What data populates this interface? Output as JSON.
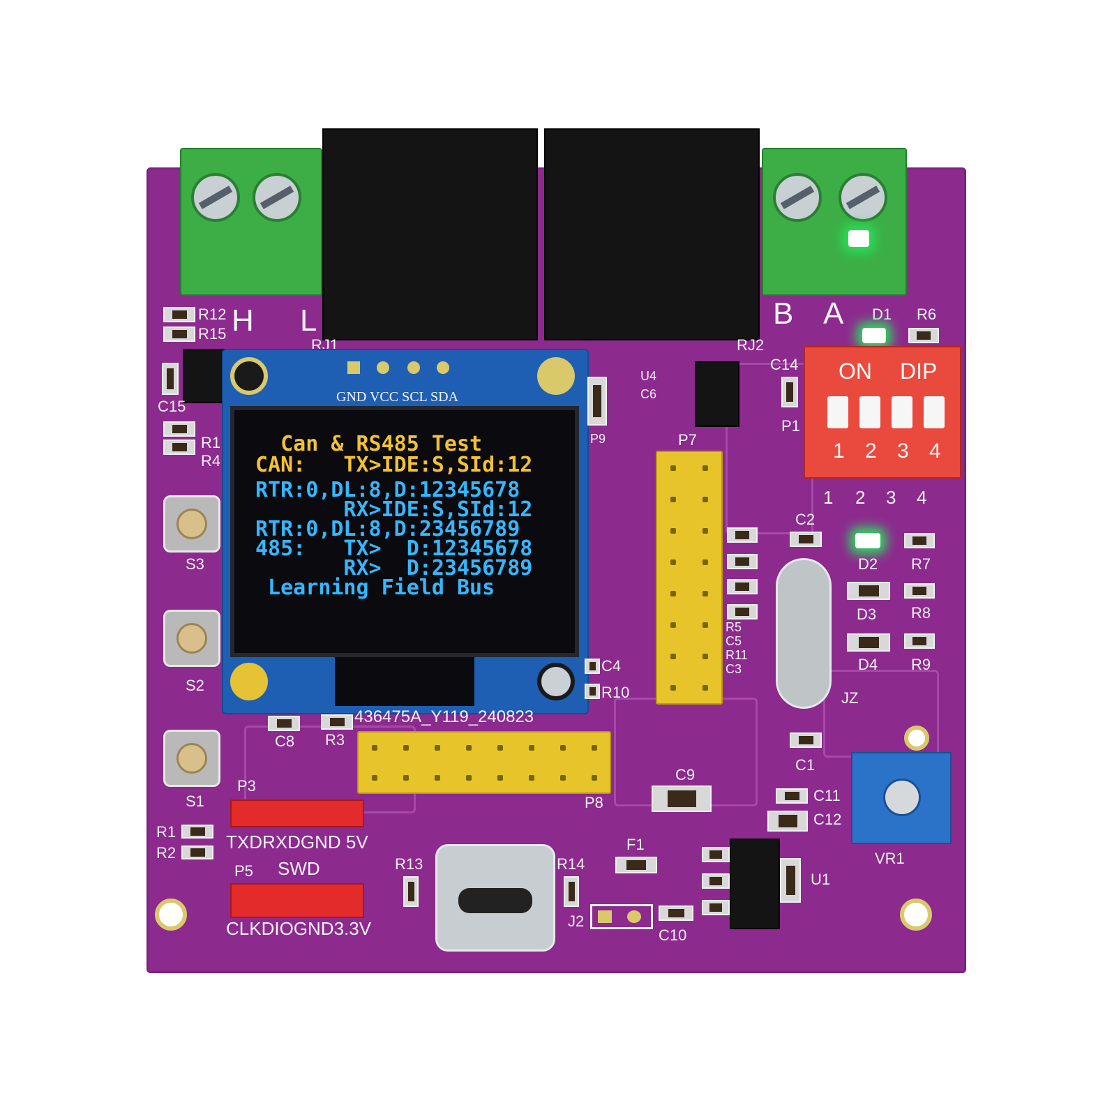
{
  "board": {
    "terminal_left_labels": [
      "H",
      "L"
    ],
    "terminal_right_labels": [
      "B",
      "A"
    ],
    "rj_labels": [
      "RJ1",
      "RJ2"
    ],
    "oled_pins": "GND VCC SCL SDA",
    "dip": {
      "on_label": "ON",
      "dip_label": "DIP",
      "switch_numbers": [
        "1",
        "2",
        "3",
        "4"
      ],
      "board_numbers": [
        "1",
        "2",
        "3",
        "4"
      ]
    },
    "headers": {
      "p3": "P3",
      "p3_pins": "TXDRXDGND 5V",
      "p5": "P5",
      "swd": "SWD",
      "p5_pins": "CLKDIOGND3.3V",
      "p7": "P7",
      "p8": "P8"
    },
    "buttons": [
      "S3",
      "S2",
      "S1"
    ],
    "part_number": "436475A_Y119_240823",
    "refs": {
      "r12": "R12",
      "r15": "R15",
      "c15": "C15",
      "r1x": "R1",
      "r4": "R4",
      "r1": "R1",
      "r2": "R2",
      "c8": "C8",
      "r3": "R3",
      "c4": "C4",
      "r10": "R10",
      "p9": "P9",
      "u4": "U4",
      "c6": "C6",
      "c14": "C14",
      "p1": "P1",
      "d1": "D1",
      "r6": "R6",
      "c2": "C2",
      "d2": "D2",
      "r7": "R7",
      "d3": "D3",
      "r8": "R8",
      "d4": "D4",
      "r9": "R9",
      "jz": "JZ",
      "c1": "C1",
      "r5": "R5",
      "c5": "C5",
      "r11": "R11",
      "c3": "C3",
      "c9": "C9",
      "c11": "C11",
      "c12": "C12",
      "vr1": "VR1",
      "f1": "F1",
      "r13": "R13",
      "r14": "R14",
      "j2": "J2",
      "c10": "C10",
      "u1": "U1"
    }
  },
  "oled": {
    "lines": [
      {
        "text": "  Can & RS485 Test",
        "color": "#f2c230"
      },
      {
        "text": "CAN:   TX>IDE:S,SId:12",
        "color": "#f2c230"
      },
      {
        "text": "RTR:0,DL:8,D:12345678",
        "color": "#33b8ff"
      },
      {
        "text": "       RX>IDE:S,SId:12",
        "color": "#33b8ff"
      },
      {
        "text": "RTR:0,DL:8,D:23456789",
        "color": "#33b8ff"
      },
      {
        "text": "485:   TX>  D:12345678",
        "color": "#33b8ff"
      },
      {
        "text": "       RX>  D:23456789",
        "color": "#33b8ff"
      },
      {
        "text": " Learning Field Bus",
        "color": "#33b8ff"
      }
    ]
  },
  "colors": {
    "pcb": "#8c2a8e",
    "terminal": "#3cae45",
    "oled_yellow": "#f2c230",
    "oled_blue": "#33b8ff",
    "led_green": "#29e05a"
  }
}
